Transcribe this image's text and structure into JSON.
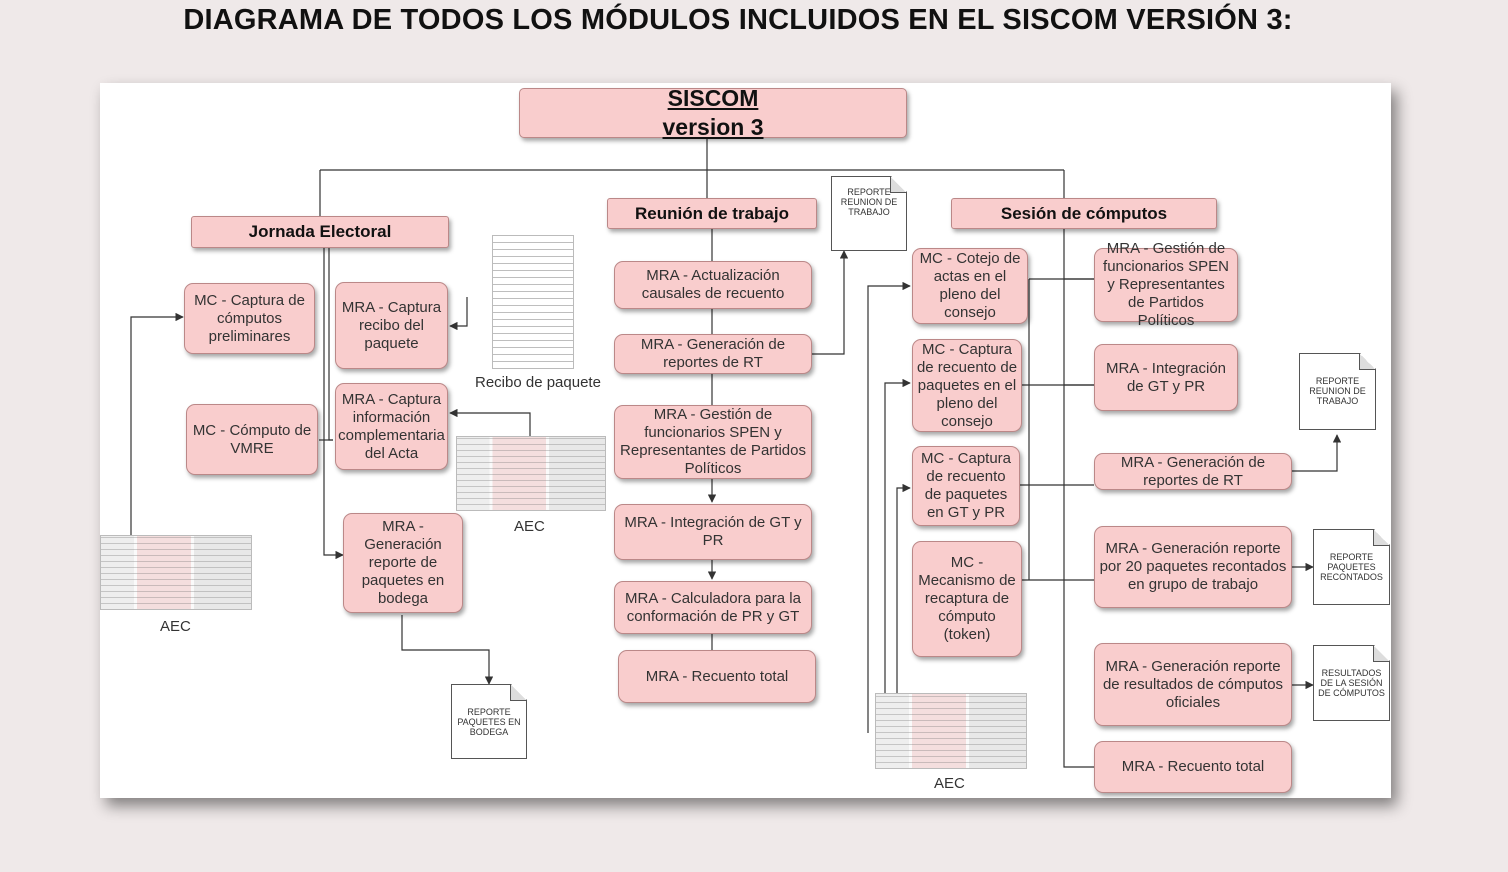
{
  "page_title": "DIAGRAMA DE TODOS LOS MÓDULOS INCLUIDOS EN EL SISCOM VERSIÓN 3:",
  "root": {
    "line1": "SISCOM",
    "line2": "version 3"
  },
  "sections": {
    "jornada": "Jornada Electoral",
    "reunion": "Reunión de trabajo",
    "sesion": "Sesión de cómputos"
  },
  "jornada": {
    "captura_preliminares": "MC - Captura de cómputos preliminares",
    "computo_vmre": "MC - Cómputo de VMRE",
    "captura_recibo": "MRA - Captura recibo del paquete",
    "captura_info_acta": "MRA - Captura información complementaria del Acta",
    "reporte_bodega": "MRA - Generación reporte de paquetes en bodega"
  },
  "reunion": {
    "actualizacion": "MRA - Actualización causales de recuento",
    "generacion_rt": "MRA - Generación de reportes de RT",
    "gestion_spen": "MRA - Gestión de funcionarios SPEN y Representantes de Partidos Políticos",
    "integracion": "MRA - Integración de GT y PR",
    "calculadora": "MRA - Calculadora para la conformación de PR y GT",
    "recuento_total": "MRA - Recuento total"
  },
  "sesion_left": {
    "cotejo": "MC - Cotejo de actas en el pleno del consejo",
    "captura_pleno": "MC - Captura de recuento de paquetes en el pleno del consejo",
    "captura_gt": "MC - Captura de recuento de paquetes en GT y PR",
    "token": "MC - Mecanismo de recaptura de cómputo (token)"
  },
  "sesion_right": {
    "gestion_spen": "MRA - Gestión de funcionarios SPEN y Representantes de Partidos Políticos",
    "integracion": "MRA - Integración de GT y PR",
    "generacion_rt": "MRA - Generación de reportes de RT",
    "reporte_20": "MRA - Generación reporte por 20 paquetes recontados en grupo de trabajo",
    "resultados": "MRA - Generación reporte de resultados de cómputos oficiales",
    "recuento_total": "MRA - Recuento total"
  },
  "documents": {
    "reporte_reunion_1": "REPORTE REUNION DE TRABAJO",
    "reporte_reunion_2": "REPORTE REUNION DE TRABAJO",
    "reporte_bodega": "REPORTE PAQUETES EN BODEGA",
    "reporte_recontados": "REPORTE PAQUETES RECONTADOS",
    "resultados_sesion": "RESULTADOS DE LA SESIÓN DE CÓMPUTOS"
  },
  "image_labels": {
    "recibo": "Recibo de paquete",
    "aec_left": "AEC",
    "aec_middle": "AEC",
    "aec_right": "AEC"
  },
  "colors": {
    "box_fill": "#f9cdcd",
    "box_border": "#bb8888",
    "line": "#333333"
  }
}
